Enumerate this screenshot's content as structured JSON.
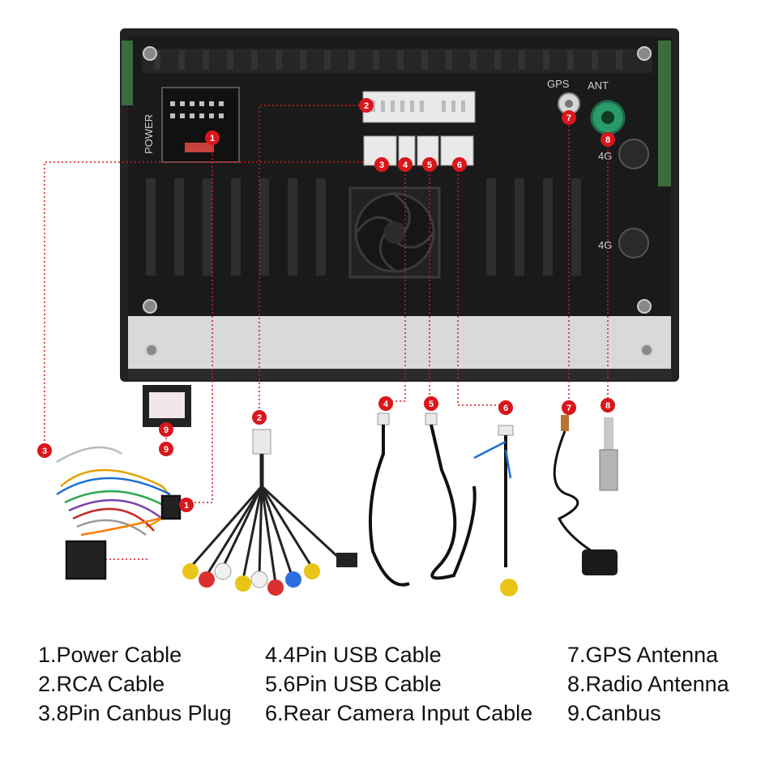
{
  "unit_labels": {
    "power": "POWER",
    "gps": "GPS",
    "ant": "ANT",
    "lte_top": "4G",
    "lte_bottom": "4G"
  },
  "markers": [
    "1",
    "2",
    "3",
    "4",
    "5",
    "6",
    "7",
    "8",
    "9"
  ],
  "legend": {
    "col1": [
      "1.Power Cable",
      "2.RCA Cable",
      "3.8Pin Canbus Plug"
    ],
    "col2": [
      "4.4Pin USB Cable",
      "5.6Pin USB Cable",
      "6.Rear Camera Input Cable"
    ],
    "col3": [
      "7.GPS Antenna",
      "8.Radio Antenna",
      "9.Canbus"
    ]
  },
  "colors": {
    "marker": "#d9161c",
    "unit": "#1b1b1b",
    "leader": "#d9161c",
    "antenna_port": "#2a9a6a"
  }
}
